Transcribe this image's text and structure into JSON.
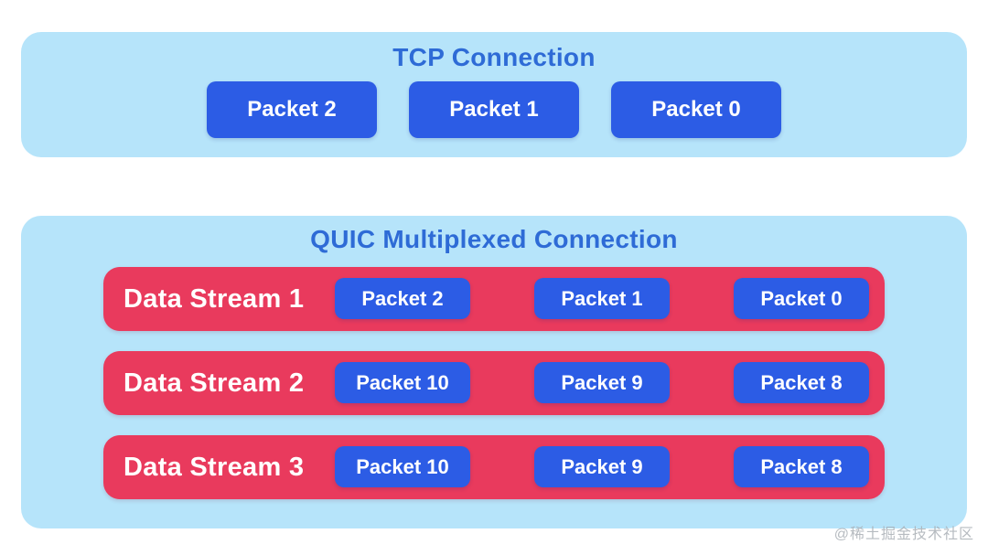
{
  "colors": {
    "panel_bg": "#b6e4fa",
    "packet_bg": "#2c5ce5",
    "packet_text": "#ffffff",
    "title_text": "#2e6bd6",
    "stream_bg": "#e93a5d",
    "stream_label_text": "#ffffff",
    "watermark_text": "#aab0b6"
  },
  "tcp_section": {
    "title": "TCP Connection",
    "packets": [
      "Packet 2",
      "Packet 1",
      "Packet 0"
    ]
  },
  "quic_section": {
    "title": "QUIC Multiplexed Connection",
    "streams": [
      {
        "label": "Data Stream 1",
        "packets": [
          "Packet 2",
          "Packet 1",
          "Packet 0"
        ]
      },
      {
        "label": "Data Stream 2",
        "packets": [
          "Packet 10",
          "Packet 9",
          "Packet 8"
        ]
      },
      {
        "label": "Data Stream 3",
        "packets": [
          "Packet 10",
          "Packet 9",
          "Packet 8"
        ]
      }
    ]
  },
  "watermark": {
    "text": "@稀土掘金技术社区"
  }
}
